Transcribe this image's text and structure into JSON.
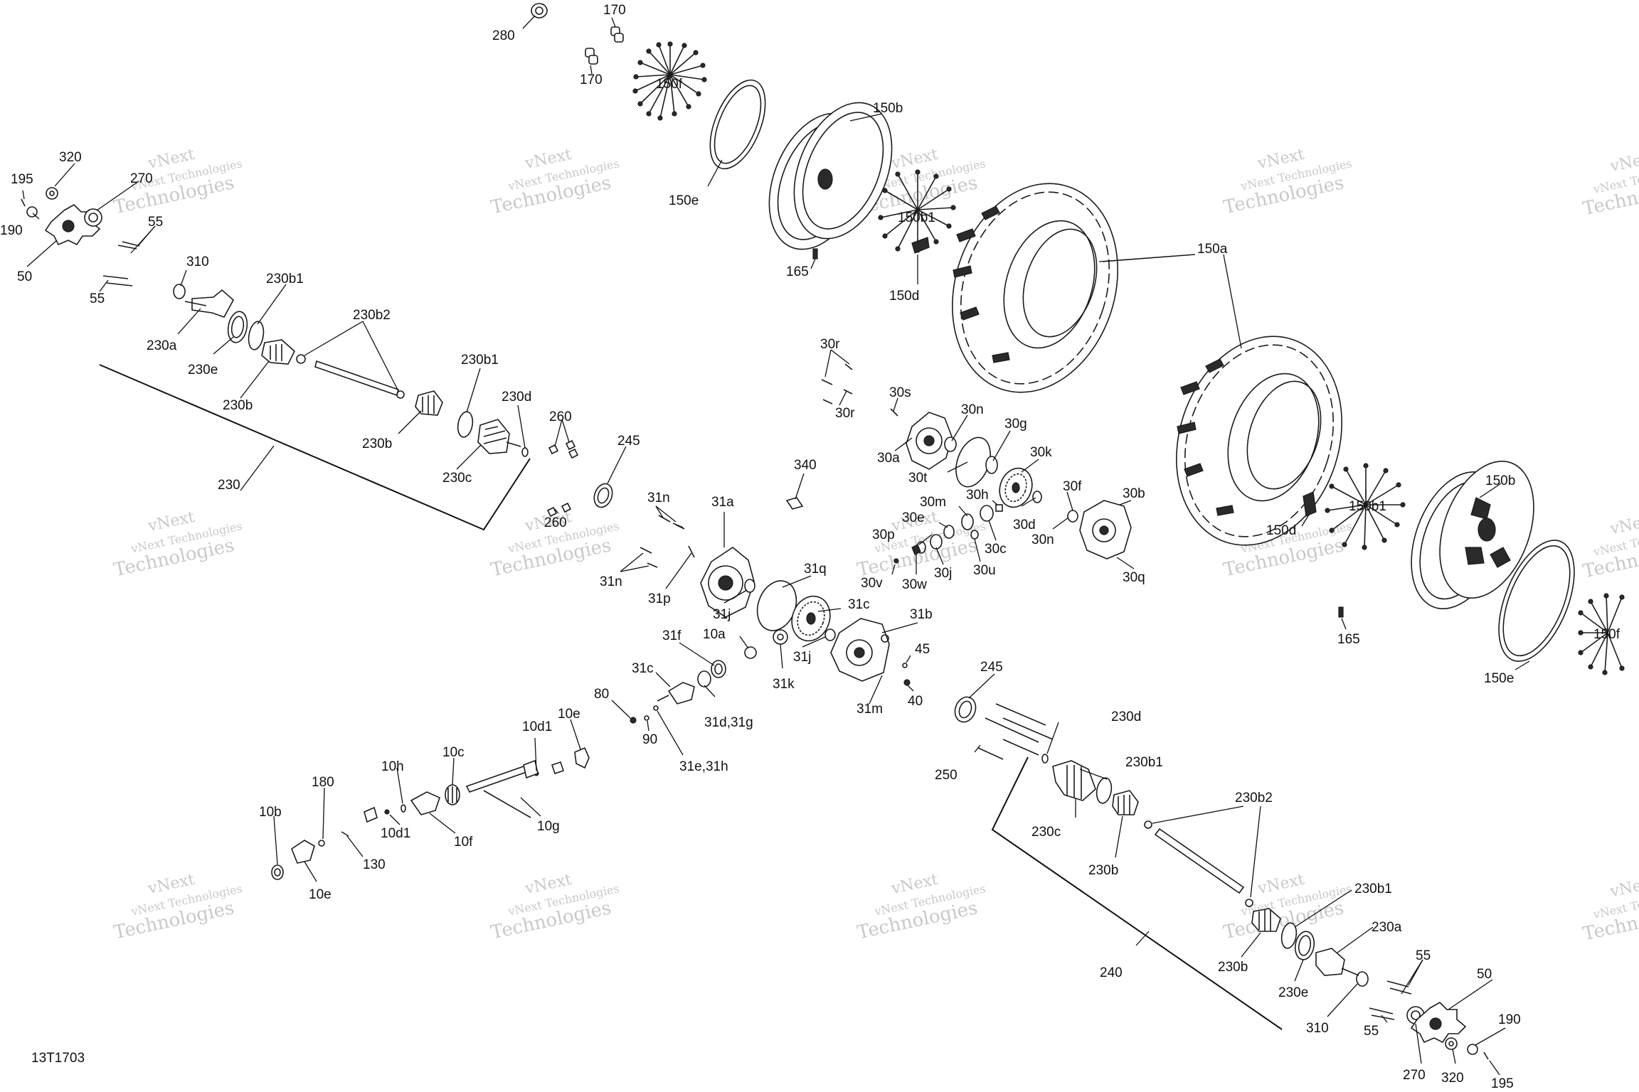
{
  "figure_code": "13T1703",
  "watermark": {
    "line1": "vNext",
    "line2": "vNext Technologies",
    "line3": "Technologies"
  },
  "labels": {
    "l280": "280",
    "l170a": "170",
    "l170b": "170",
    "l150f_top": "150f",
    "l150e_top": "150e",
    "l150b_top": "150b",
    "l150b1_top": "150b1",
    "l165_top": "165",
    "l150d_top": "150d",
    "l150a": "150a",
    "l195_l": "195",
    "l320_l": "320",
    "l270_l": "270",
    "l190_l": "190",
    "l55_l1": "55",
    "l55_l2": "55",
    "l50_l": "50",
    "l310_l": "310",
    "l230a_l": "230a",
    "l230e_l": "230e",
    "l230b1_l1": "230b1",
    "l230b_l1": "230b",
    "l230b2_l": "230b2",
    "l230b1_l2": "230b1",
    "l230b_l2": "230b",
    "l230d_l": "230d",
    "l230c_l": "230c",
    "l230": "230",
    "l260a": "260",
    "l260b": "260",
    "l245_a": "245",
    "l31n_a": "31n",
    "l31n_b": "31n",
    "l31p": "31p",
    "l31a": "31a",
    "l31j_a": "31j",
    "l31q": "31q",
    "l31c_a": "31c",
    "l31b": "31b",
    "l31j_b": "31j",
    "l31k": "31k",
    "l31m": "31m",
    "l45": "45",
    "l40": "40",
    "l340": "340",
    "l30r_a": "30r",
    "l30r_b": "30r",
    "l30s": "30s",
    "l30a": "30a",
    "l30n_a": "30n",
    "l30t": "30t",
    "l30g": "30g",
    "l30k": "30k",
    "l30h": "30h",
    "l30f": "30f",
    "l30b": "30b",
    "l30m": "30m",
    "l30e": "30e",
    "l30p": "30p",
    "l30d": "30d",
    "l30n_b": "30n",
    "l30c": "30c",
    "l30u": "30u",
    "l30j": "30j",
    "l30v": "30v",
    "l30w": "30w",
    "l30q": "30q",
    "l150b1_r": "150b1",
    "l150b_r": "150b",
    "l150d_r": "150d",
    "l165_r": "165",
    "l150f_r": "150f",
    "l150e_r": "150e",
    "l31f": "31f",
    "l10a": "10a",
    "l31c_b": "31c",
    "l31dg": "31d,31g",
    "l80": "80",
    "l90": "90",
    "l31eh": "31e,31h",
    "l10e_a": "10e",
    "l10d1_a": "10d1",
    "l10c": "10c",
    "l10h": "10h",
    "l10d1_b": "10d1",
    "l10f": "10f",
    "l10g": "10g",
    "l180": "180",
    "l10b": "10b",
    "l130": "130",
    "l10e_b": "10e",
    "l245_b": "245",
    "l250": "250",
    "l230d_r": "230d",
    "l230b1_r1": "230b1",
    "l230c_r": "230c",
    "l230b_r1": "230b",
    "l230b2_r": "230b2",
    "l230b1_r2": "230b1",
    "l230a_r": "230a",
    "l230b_r2": "230b",
    "l230e_r": "230e",
    "l240": "240",
    "l55_r1": "55",
    "l50_r": "50",
    "l310_r": "310",
    "l55_r2": "55",
    "l190_r": "190",
    "l270_r": "270",
    "l320_r": "320",
    "l195_r": "195"
  }
}
